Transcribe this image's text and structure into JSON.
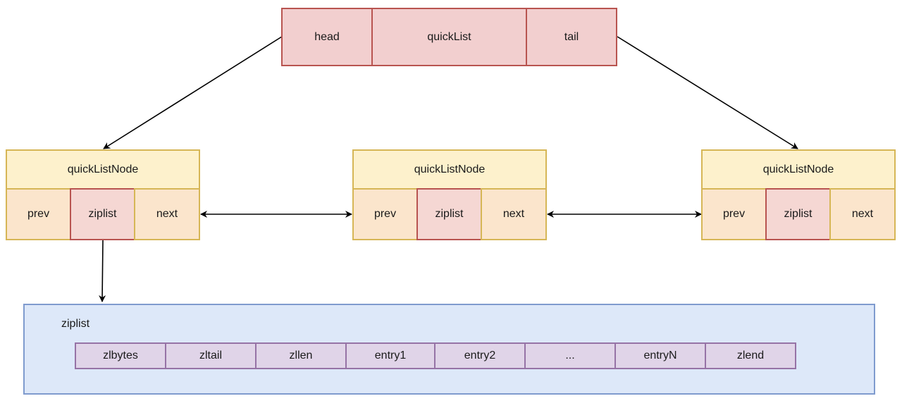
{
  "quicklist": {
    "head": "head",
    "title": "quickList",
    "tail": "tail"
  },
  "nodes": [
    {
      "title": "quickListNode",
      "prev": "prev",
      "ziplist": "ziplist",
      "next": "next"
    },
    {
      "title": "quickListNode",
      "prev": "prev",
      "ziplist": "ziplist",
      "next": "next"
    },
    {
      "title": "quickListNode",
      "prev": "prev",
      "ziplist": "ziplist",
      "next": "next"
    }
  ],
  "ziplist": {
    "label": "ziplist",
    "cells": [
      "zlbytes",
      "zltail",
      "zllen",
      "entry1",
      "entry2",
      "...",
      "entryN",
      "zlend"
    ]
  },
  "colors": {
    "quicklist_fill": "#f2cfcf",
    "quicklist_stroke": "#b85450",
    "node_title_fill": "#fdf1cc",
    "node_field_fill": "#fbe5cc",
    "node_stroke": "#d6b656",
    "ziplist_fill": "#dde8f9",
    "ziplist_stroke": "#7f9bce",
    "entry_fill": "#e0d4e8",
    "entry_stroke": "#9673a6"
  }
}
